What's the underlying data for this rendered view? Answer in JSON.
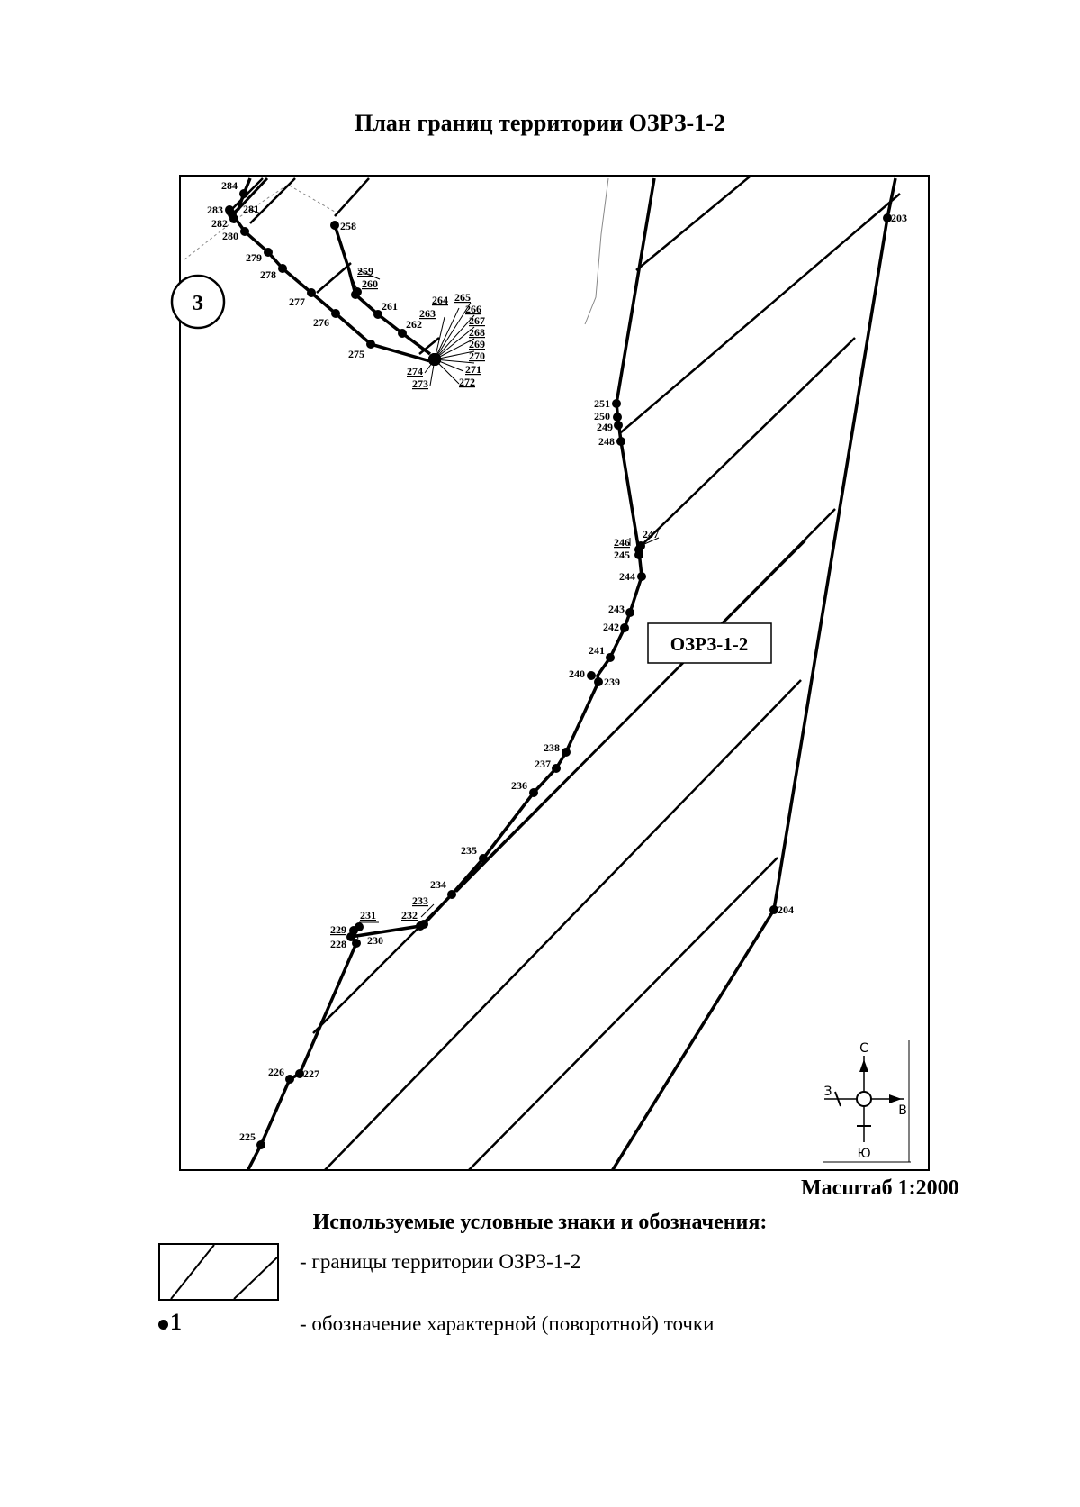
{
  "title": "План границ территории ОЗРЗ-1-2",
  "zone_label": "ОЗРЗ-1-2",
  "district_badge": "3",
  "scale_label": "Масштаб 1:2000",
  "compass": {
    "north": "С",
    "south": "Ю",
    "east": "В",
    "west": "З"
  },
  "legend": {
    "title": "Используемые условные знаки и обозначения:",
    "items": [
      {
        "text": "- границы территории ОЗРЗ-1-2",
        "icon": "hatched-box-icon"
      },
      {
        "symbol": "1",
        "text": "- обозначение характерной (поворотной) точки",
        "icon": "point-dot-icon"
      }
    ]
  },
  "points": [
    {
      "id": "203"
    },
    {
      "id": "204"
    },
    {
      "id": "225"
    },
    {
      "id": "226"
    },
    {
      "id": "227"
    },
    {
      "id": "228"
    },
    {
      "id": "229"
    },
    {
      "id": "230"
    },
    {
      "id": "231"
    },
    {
      "id": "232"
    },
    {
      "id": "233"
    },
    {
      "id": "234"
    },
    {
      "id": "235"
    },
    {
      "id": "236"
    },
    {
      "id": "237"
    },
    {
      "id": "238"
    },
    {
      "id": "239"
    },
    {
      "id": "240"
    },
    {
      "id": "241"
    },
    {
      "id": "242"
    },
    {
      "id": "243"
    },
    {
      "id": "244"
    },
    {
      "id": "245"
    },
    {
      "id": "246"
    },
    {
      "id": "247"
    },
    {
      "id": "248"
    },
    {
      "id": "249"
    },
    {
      "id": "250"
    },
    {
      "id": "251"
    },
    {
      "id": "258"
    },
    {
      "id": "259"
    },
    {
      "id": "260"
    },
    {
      "id": "261"
    },
    {
      "id": "262"
    },
    {
      "id": "263"
    },
    {
      "id": "264"
    },
    {
      "id": "265"
    },
    {
      "id": "266"
    },
    {
      "id": "267"
    },
    {
      "id": "268"
    },
    {
      "id": "269"
    },
    {
      "id": "270"
    },
    {
      "id": "271"
    },
    {
      "id": "272"
    },
    {
      "id": "273"
    },
    {
      "id": "274"
    },
    {
      "id": "275"
    },
    {
      "id": "276"
    },
    {
      "id": "277"
    },
    {
      "id": "278"
    },
    {
      "id": "279"
    },
    {
      "id": "280"
    },
    {
      "id": "281"
    },
    {
      "id": "282"
    },
    {
      "id": "283"
    },
    {
      "id": "284"
    }
  ]
}
